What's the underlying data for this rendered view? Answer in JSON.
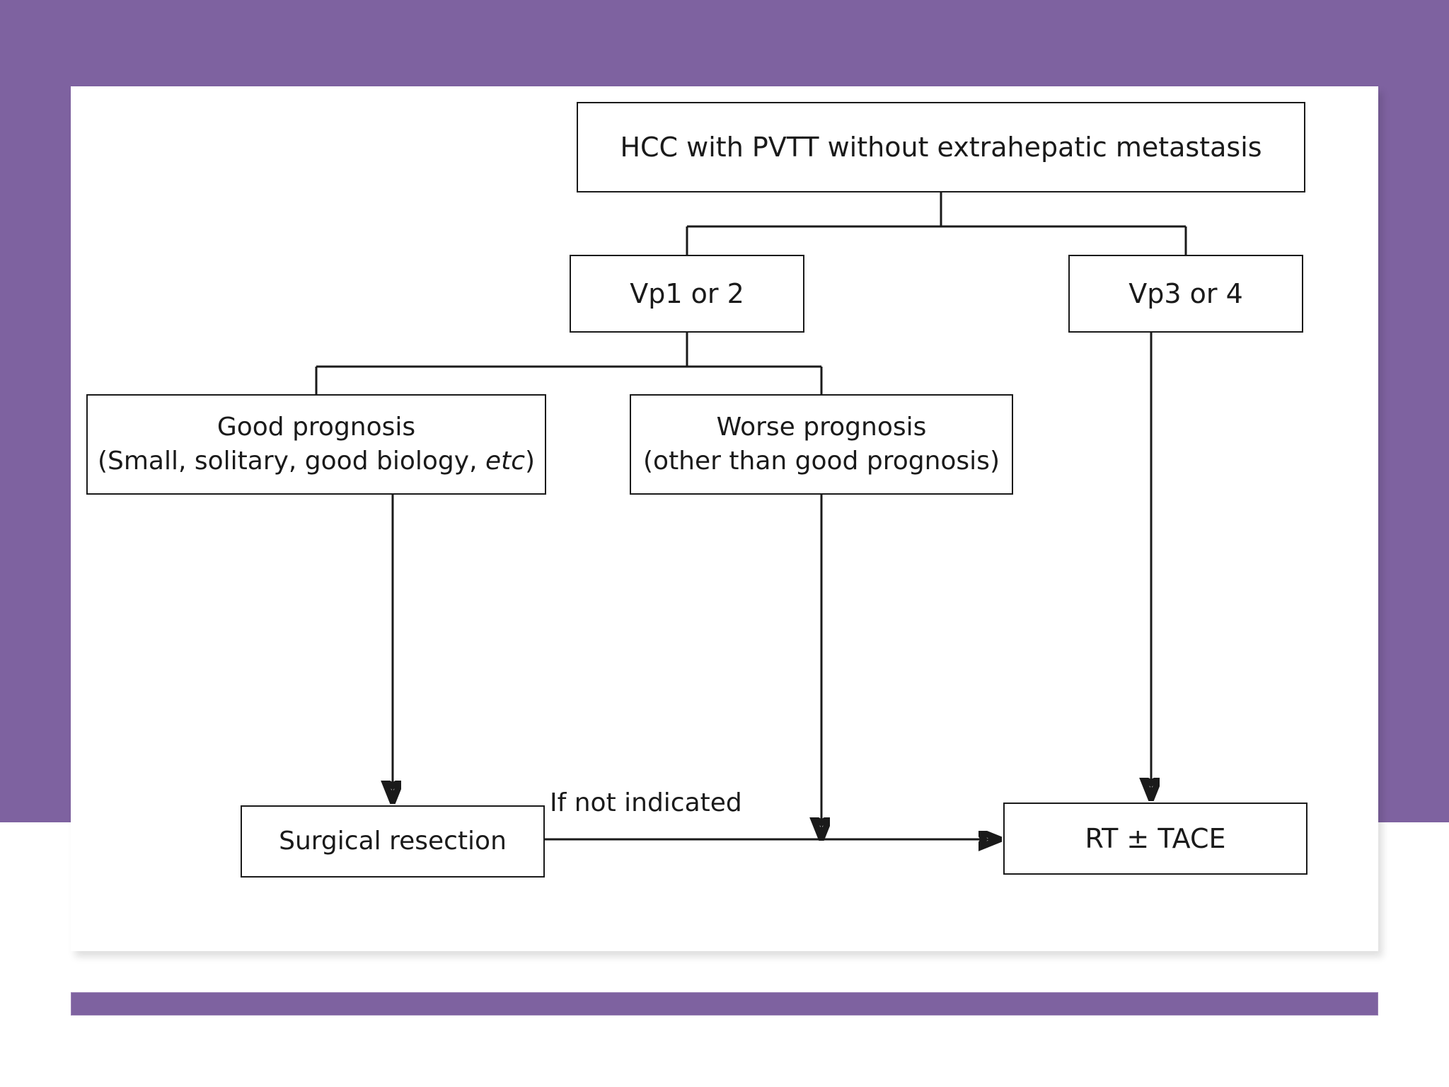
{
  "figure": {
    "type": "flowchart",
    "title": "Treatment algorithm for HCC with PVTT",
    "background_color": "#7e62a0",
    "card_color": "#ffffff",
    "line_color": "#1a1a1a"
  },
  "nodes": {
    "root": {
      "id": "hcc-pvtt",
      "label": "HCC with PVTT without extrahepatic metastasis"
    },
    "vp12": {
      "id": "vp1-or-2",
      "label": "Vp1 or 2"
    },
    "vp34": {
      "id": "vp3-or-4",
      "label": "Vp3 or 4"
    },
    "good_prognosis": {
      "id": "good-prognosis",
      "line1": "Good prognosis",
      "line2_prefix": "(Small, solitary, good biology, ",
      "line2_italic": "etc",
      "line2_suffix": ")"
    },
    "worse_prognosis": {
      "id": "worse-prognosis",
      "line1": "Worse prognosis",
      "line2": "(other than good prognosis)"
    },
    "surgical_resection": {
      "id": "surgical-resection",
      "label": "Surgical resection"
    },
    "rt_tace": {
      "id": "rt-tace",
      "label": "RT ± TACE"
    }
  },
  "edges": [
    {
      "from": "hcc-pvtt",
      "to": "vp1-or-2",
      "label": ""
    },
    {
      "from": "hcc-pvtt",
      "to": "vp3-or-4",
      "label": ""
    },
    {
      "from": "vp1-or-2",
      "to": "good-prognosis",
      "label": ""
    },
    {
      "from": "vp1-or-2",
      "to": "worse-prognosis",
      "label": ""
    },
    {
      "from": "good-prognosis",
      "to": "surgical-resection",
      "label": ""
    },
    {
      "from": "surgical-resection",
      "to": "rt-tace",
      "label": "If not indicated"
    },
    {
      "from": "worse-prognosis",
      "to": "rt-tace",
      "label": ""
    },
    {
      "from": "vp3-or-4",
      "to": "rt-tace",
      "label": ""
    }
  ],
  "edge_labels": {
    "if_not_indicated": "If not indicated"
  }
}
